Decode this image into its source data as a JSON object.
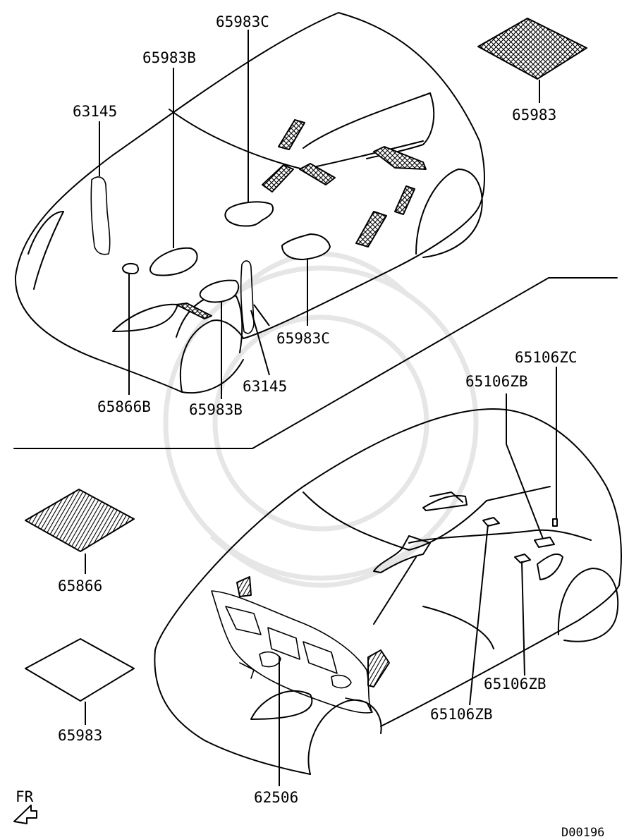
{
  "labels": {
    "top_65983C_a": "65983C",
    "top_65983B_a": "65983B",
    "top_63145_a": "63145",
    "top_65983": "65983",
    "top_65983C_b": "65983C",
    "top_63145_b": "63145",
    "top_65866B": "65866B",
    "top_65983B_b": "65983B",
    "bot_65106ZC": "65106ZC",
    "bot_65106ZB_a": "65106ZB",
    "bot_65866": "65866",
    "bot_65983": "65983",
    "bot_65106ZB_b": "65106ZB",
    "bot_65106ZB_c": "65106ZB",
    "bot_62506": "62506"
  },
  "front_marker": "FR",
  "diagram_code": "D00196"
}
